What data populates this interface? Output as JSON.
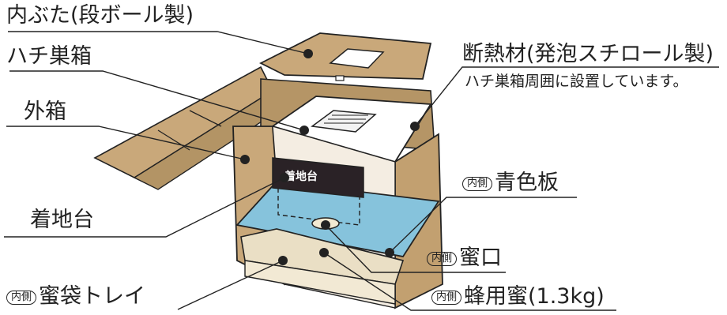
{
  "labels": {
    "inner_lid": "内ぶた(段ボール製)",
    "hive_box": "ハチ巣箱",
    "outer_box": "外箱",
    "landing_board": "着地台",
    "insulation": "断熱材(発泡スチロール製)",
    "insulation_note": "ハチ巣箱周囲に設置しています。",
    "blue_board": "青色板",
    "honey_outlet": "蜜口",
    "honey_tray": "蜜袋トレイ",
    "bee_honey": "蜂用蜜(1.3kg)",
    "inner_tag": "内側",
    "board_print": "着地台"
  },
  "colors": {
    "cardboard": "#c9a87a",
    "cardboard_dark": "#a3845a",
    "blue_board": "#86c3dc",
    "foam": "#ffffff",
    "stroke": "#222222"
  }
}
